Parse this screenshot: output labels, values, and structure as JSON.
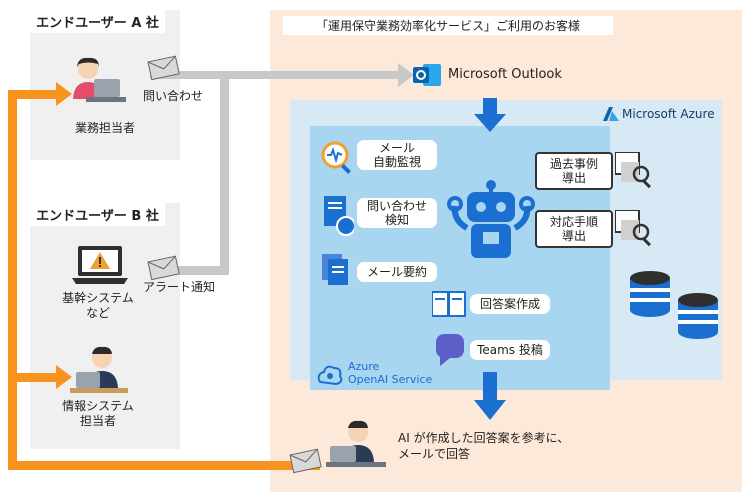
{
  "panels": {
    "user_a": {
      "title": "エンドユーザー A 社",
      "person_label": "業務担当者"
    },
    "user_b": {
      "title": "エンドユーザー B 社",
      "system_label": "基幹システム\nなど",
      "person_label": "情報システム\n担当者"
    }
  },
  "flow_labels": {
    "inquiry": "問い合わせ",
    "alert": "アラート通知"
  },
  "customer_area": {
    "title": "「運用保守業務効率化サービス」ご利用のお客様",
    "outlook": "Microsoft Outlook",
    "azure": "Microsoft Azure",
    "openai_line1": "Azure",
    "openai_line2": "OpenAI Service"
  },
  "ai_functions": {
    "mail_monitor": "メール\n自動監視",
    "inquiry_detect": "問い合わせ\n検知",
    "mail_summary": "メール要約",
    "answer_draft": "回答案作成",
    "teams_post": "Teams 投稿",
    "past_cases": "過去事例\n導出",
    "procedures": "対応手順\n導出"
  },
  "operator_note": "AI が作成した回答案を参考に、\nメールで回答",
  "colors": {
    "orange_arrow": "#f7931e",
    "blue_arrow": "#1b6fd1",
    "gray_arrow": "#c8c8c8",
    "customer_bg": "#fde9d9",
    "azure_bg": "#d6e9f5",
    "openai_bg": "#a8d5f0",
    "panel_bg": "#f0f0f0"
  },
  "icons": [
    "person-laptop-icon",
    "envelope-icon",
    "warning-laptop-icon",
    "outlook-icon",
    "azure-icon",
    "robot-icon",
    "database-icon",
    "document-search-icon",
    "teams-icon",
    "book-icon",
    "openai-icon"
  ]
}
